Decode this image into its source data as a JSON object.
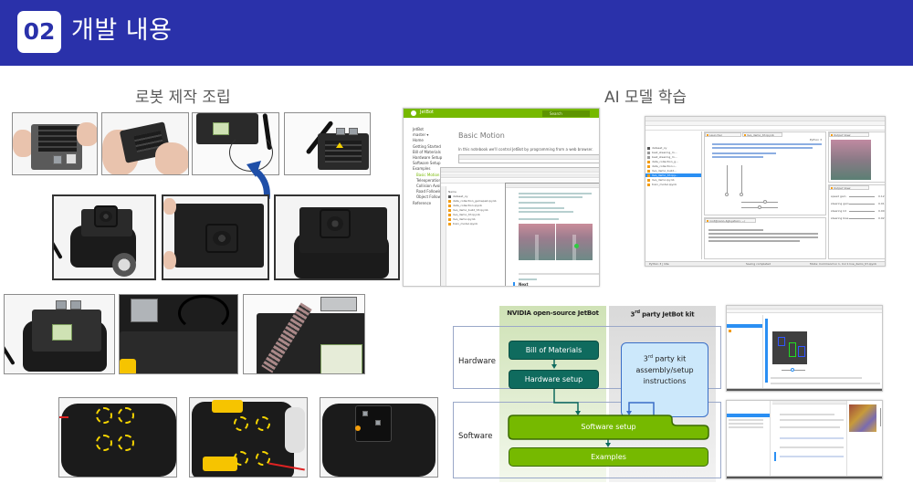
{
  "header": {
    "badge_number": "02",
    "title": "개발 내용",
    "background_color": "#2a31aa"
  },
  "left_section": {
    "title": "로봇 제작 조립",
    "photo_rows": [
      {
        "row": 1,
        "photos": [
          "jetson-nano-heatsink-held",
          "jetson-nano-module-insert",
          "wifi-card-antenna-cable",
          "jetson-nano-with-antenna"
        ]
      },
      {
        "row": 2,
        "photos": [
          "robot-chassis-fan-mounted",
          "expansion-board-install",
          "expansion-board-mounted"
        ]
      },
      {
        "row": 3,
        "photos": [
          "chassis-with-wifi-card",
          "ports-and-cables-closeup",
          "gpio-header-wifi-closeup"
        ]
      },
      {
        "row": 4,
        "photos": [
          "chassis-motor-holes-marked",
          "motors-installed-marked",
          "motor-driver-board-installed"
        ]
      }
    ],
    "annotation": "blue-curved-arrow"
  },
  "right_section": {
    "title": "AI 모델 학습",
    "jetbot_docs": {
      "brand": "JetBot",
      "search_placeholder": "Search",
      "nav_items": [
        "JetBot",
        "master ▾",
        "Home",
        "Getting Started",
        "Bill of Materials",
        "Hardware Setup",
        "Software Setup",
        "Examples",
        "Basic Motion",
        "Teleoperation",
        "Collision Avoidance",
        "Road Following",
        "Object Following",
        "Reference"
      ],
      "active_nav": "Basic Motion",
      "page_title": "Basic Motion",
      "page_intro": "In this notebook we'll control JetBot by programming from a web browser.",
      "file_list": [
        "dataset_xy",
        "data_collection_gamepad.ipynb",
        "data_collection.ipynb",
        "live_demo_build_trt.ipynb",
        "live_demo_trt.ipynb",
        "live_demo.ipynb",
        "train_model.ipynb"
      ],
      "next_label": "Next"
    },
    "jupyter_lab": {
      "tabs": [
        "Launcher",
        "live_demo_trt.ipynb"
      ],
      "kernel": "Python 3",
      "cell_type": "Markdown",
      "output_panels": [
        "Output View",
        "Output View"
      ],
      "sliders": [
        {
          "label": "speed gain",
          "value": "0.12"
        },
        {
          "label": "steering gain",
          "value": "0.01"
        },
        {
          "label": "steering kd",
          "value": "0.00"
        },
        {
          "label": "steering bias",
          "value": "0.02"
        }
      ],
      "vertical_sliders": [
        {
          "label": "y",
          "value": "0.00"
        },
        {
          "label": "speed",
          "value": "0.12"
        }
      ],
      "terminal_tab": "root@nano-4gb-jetson: ~/",
      "status_left": "Python 3 | Idle",
      "status_center": "Saving completed",
      "status_right": "Mode: Command   Ln 1, Col 1   live_demo_trt.ipynb"
    },
    "small_screenshots": [
      "object-following-notebook",
      "collision-avoidance-notebook"
    ]
  },
  "diagram": {
    "columns": [
      {
        "title": "NVIDIA open-source JetBot"
      },
      {
        "title_pre": "3",
        "title_sup": "rd",
        "title_post": " party JetBot kit"
      }
    ],
    "rows": [
      "Hardware",
      "Software"
    ],
    "boxes": {
      "bill_of_materials": "Bill of Materials",
      "hardware_setup": "Hardware setup",
      "third_party_line1_pre": "3",
      "third_party_line1_sup": "rd",
      "third_party_line1_post": " party kit",
      "third_party_line2": "assembly/setup",
      "third_party_line3": "instructions",
      "software_setup": "Software setup",
      "examples": "Examples"
    },
    "colors": {
      "teal": "#0f6b5e",
      "green": "#76b900",
      "light_blue": "#cce8fb",
      "blue_border": "#3a6ec7"
    }
  }
}
